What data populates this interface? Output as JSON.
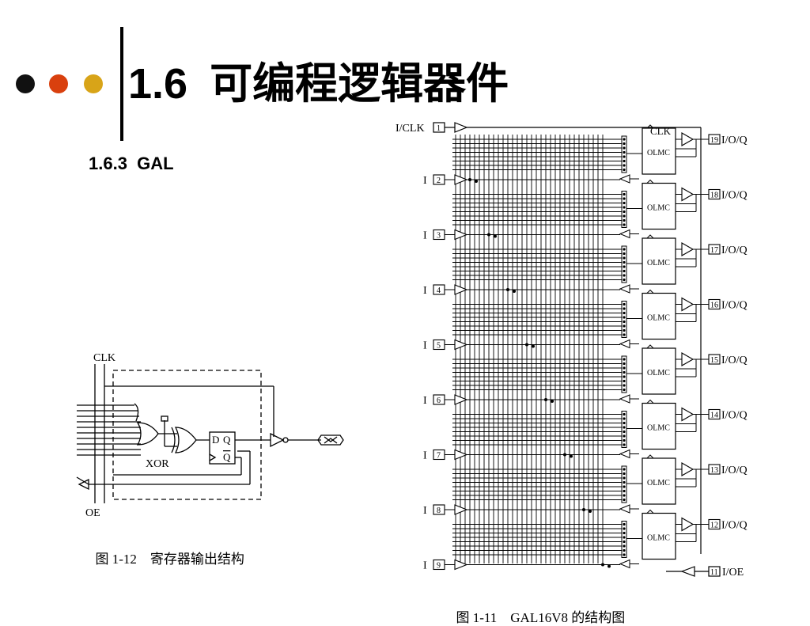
{
  "slide": {
    "section_number": "1.6",
    "section_title": "可编程逻辑器件",
    "subsection": "1.6.3  GAL"
  },
  "bullet_colors": [
    "#111111",
    "#d9400e",
    "#d8a418"
  ],
  "figure_small": {
    "clk_label": "CLK",
    "oe_label": "OE",
    "xor_label": "XOR",
    "d_label": "D",
    "q_label": "Q",
    "qbar_label": "Q",
    "caption_num": "图 1-12",
    "caption_text": "寄存器输出结构"
  },
  "figure_large": {
    "clk_in_label": "I/CLK",
    "clk_label": "CLK",
    "olmc_label": "OLMC",
    "input_label": "I",
    "input_pins": [
      "2",
      "3",
      "4",
      "5",
      "6",
      "7",
      "8",
      "9"
    ],
    "output_pins": [
      "19",
      "18",
      "17",
      "16",
      "15",
      "14",
      "13",
      "12"
    ],
    "output_label": "I/O/Q",
    "clk_pin": "1",
    "oe_pin": "11",
    "oe_label": "I/OE",
    "caption_num": "图 1-11",
    "caption_text": "GAL16V8 的结构图"
  }
}
